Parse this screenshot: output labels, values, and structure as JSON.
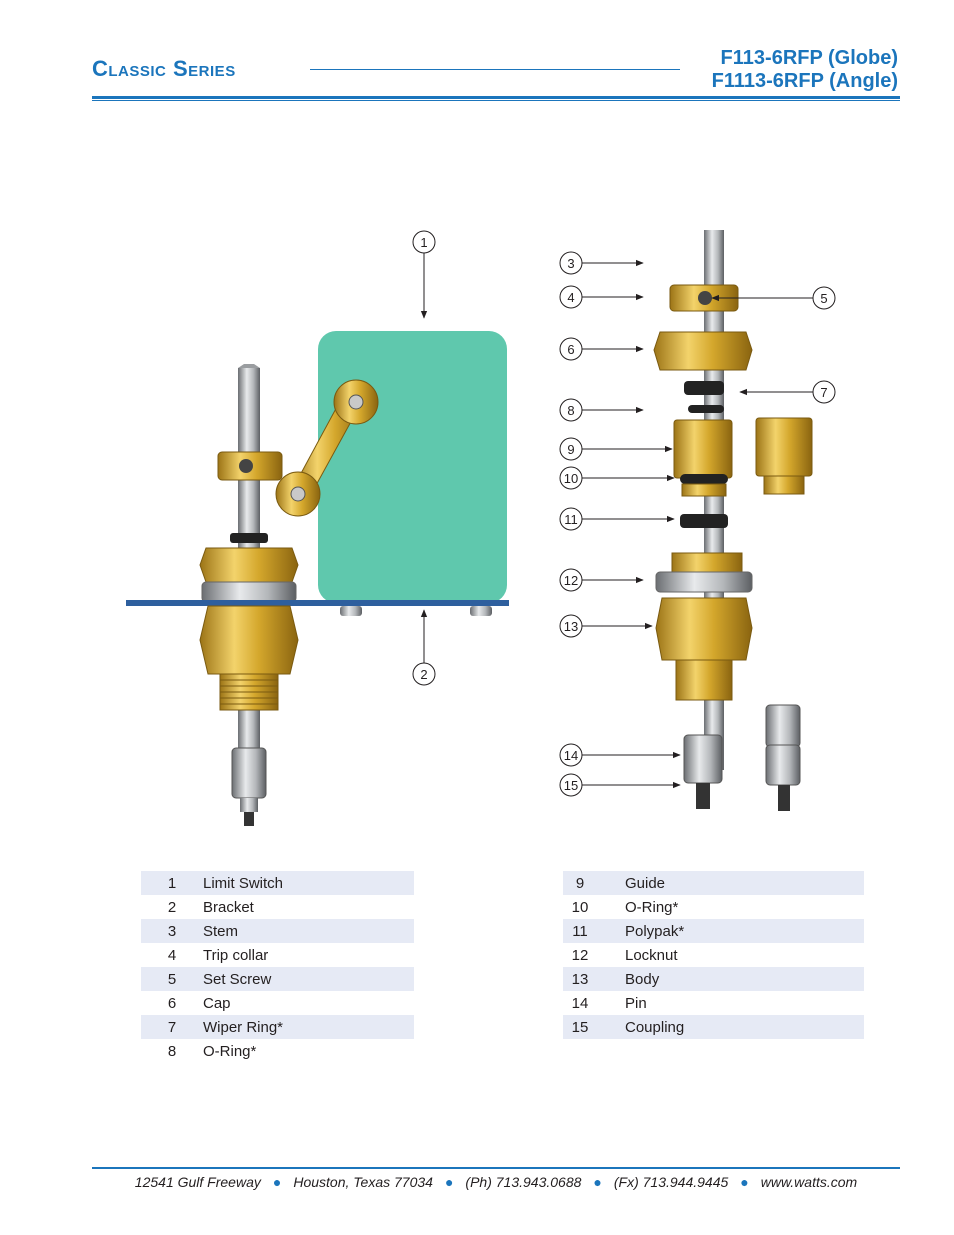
{
  "header": {
    "series": "Classic Series",
    "model_globe": "F113-6RFP (Globe)",
    "model_angle": "F1113-6RFP (Angle)"
  },
  "callouts": [
    "1",
    "2",
    "3",
    "4",
    "5",
    "6",
    "7",
    "8",
    "9",
    "10",
    "11",
    "12",
    "13",
    "14",
    "15"
  ],
  "parts_left": [
    {
      "num": "1",
      "name": "Limit Switch"
    },
    {
      "num": "2",
      "name": "Bracket"
    },
    {
      "num": "3",
      "name": "Stem"
    },
    {
      "num": "4",
      "name": "Trip collar"
    },
    {
      "num": "5",
      "name": "Set Screw"
    },
    {
      "num": "6",
      "name": "Cap"
    },
    {
      "num": "7",
      "name": "Wiper Ring*"
    },
    {
      "num": "8",
      "name": "O-Ring*"
    }
  ],
  "parts_right": [
    {
      "num": "9",
      "name": "Guide"
    },
    {
      "num": "10",
      "name": "O-Ring*"
    },
    {
      "num": "11",
      "name": "Polypak*"
    },
    {
      "num": "12",
      "name": "Locknut"
    },
    {
      "num": "13",
      "name": "Body"
    },
    {
      "num": "14",
      "name": "Pin"
    },
    {
      "num": "15",
      "name": "Coupling"
    }
  ],
  "footer": {
    "address": "12541 Gulf Freeway",
    "city": "Houston, Texas 77034",
    "phone": "(Ph) 713.943.0688",
    "fax": "(Fx) 713.944.9445",
    "web": "www.watts.com"
  },
  "colors": {
    "brand_blue": "#1b75bc",
    "brass": "#d4a72c",
    "switch_green": "#5fc8ad",
    "row_shade": "#e6eaf5"
  }
}
